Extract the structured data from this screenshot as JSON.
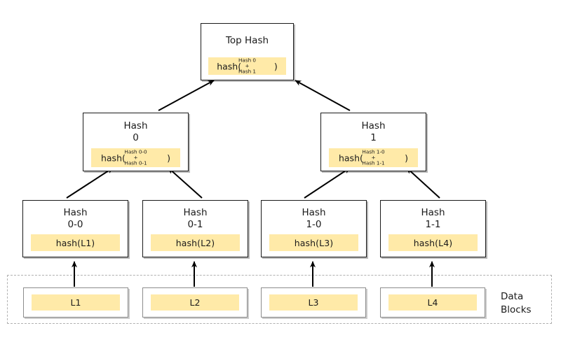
{
  "diagram": {
    "title_text": "",
    "colors": {
      "band_yellow": "#ffeaa8",
      "node_border": "#1a1a1a",
      "block_border": "#8c8c8c",
      "dashed_border": "#b0b0b0",
      "arrow": "#000000",
      "background": "#ffffff"
    },
    "root": {
      "label": "Top Hash",
      "fn_open": "hash(",
      "fn_args": "Hash 0\n+\nHash 1",
      "fn_close": ")"
    },
    "branch_nodes": [
      {
        "label": "Hash\n0",
        "fn_open": "hash(",
        "fn_args": "Hash 0-0\n+\nHash 0-1",
        "fn_close": ")"
      },
      {
        "label": "Hash\n1",
        "fn_open": "hash(",
        "fn_args": "Hash 1-0\n+\nHash 1-1",
        "fn_close": ")"
      }
    ],
    "leaf_nodes": [
      {
        "label": "Hash\n0-0",
        "band": "hash(L1)"
      },
      {
        "label": "Hash\n0-1",
        "band": "hash(L2)"
      },
      {
        "label": "Hash\n1-0",
        "band": "hash(L3)"
      },
      {
        "label": "Hash\n1-1",
        "band": "hash(L4)"
      }
    ],
    "data_blocks": [
      {
        "label": "L1"
      },
      {
        "label": "L2"
      },
      {
        "label": "L3"
      },
      {
        "label": "L4"
      }
    ],
    "data_region_label": "Data\nBlocks"
  }
}
